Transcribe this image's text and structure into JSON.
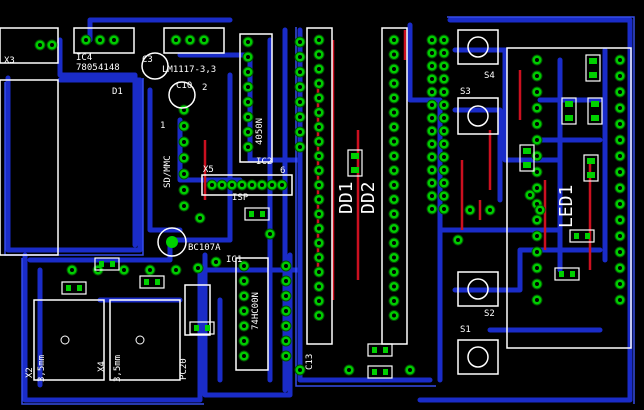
{
  "colors": {
    "background": "#000000",
    "copper": "#0f1fa8",
    "copper_outline": "#3a4dff",
    "top_trace": "#cc1020",
    "pad": "#00e000",
    "silk": "#ffffff",
    "highlight": "#00ffff"
  },
  "labels": {
    "x3": "X3",
    "ic4": "IC4",
    "ic4_value": "7805",
    "d_value": "4148",
    "d1": "D1",
    "c3": "C3",
    "c3_value": "LM1117-3,3",
    "c10": "C10",
    "ic2": "IC2",
    "ic2_value": "4050N",
    "sdmmc": "SD/MMC",
    "x5": "X5",
    "isp": "ISP",
    "isp_pin6": "6",
    "pin1": "1",
    "pin2": "2",
    "dd1": "DD1",
    "dd2": "DD2",
    "bc107": "BC107A",
    "ic1": "IC1",
    "ic1_value": "74HC00N",
    "c13": "C13",
    "s4": "S4",
    "s3": "S3",
    "s2": "S2",
    "s1": "S1",
    "led1": "LED1",
    "x2": "X2",
    "x2_value": "3,5mm",
    "x4": "X4",
    "x4_value": "3,5mm",
    "pc": "PC20"
  }
}
